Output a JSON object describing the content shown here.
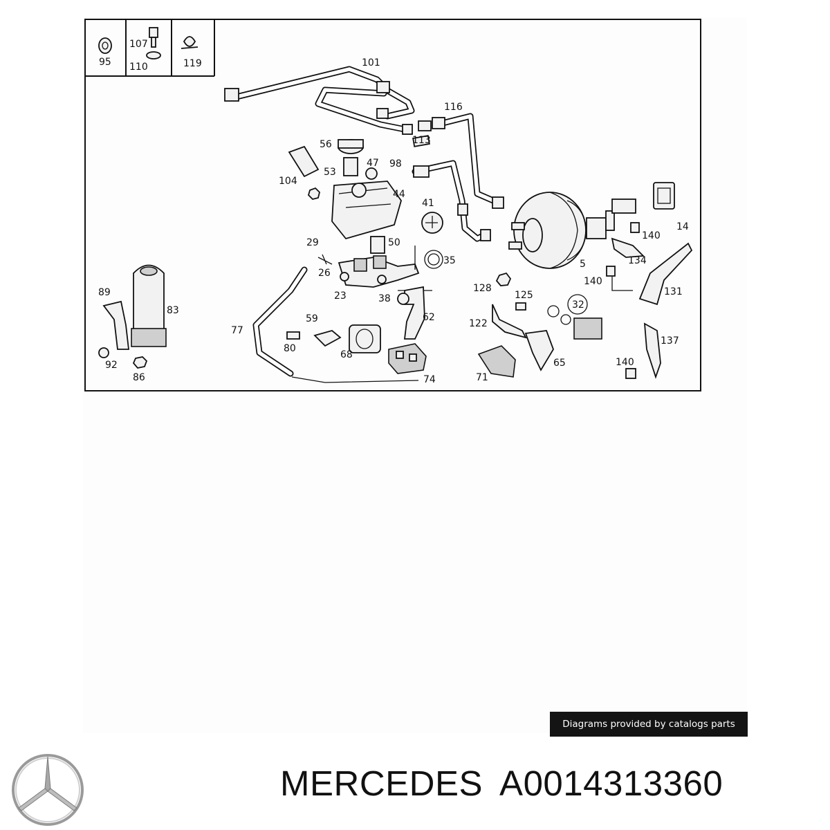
{
  "diagram": {
    "callouts": [
      "95",
      "107",
      "110",
      "119",
      "101",
      "116",
      "113",
      "56",
      "47",
      "98",
      "53",
      "104",
      "44",
      "41",
      "50",
      "35",
      "29",
      "26",
      "23",
      "38",
      "62",
      "89",
      "83",
      "92",
      "86",
      "77",
      "59",
      "80",
      "68",
      "74",
      "5",
      "14",
      "140",
      "134",
      "131",
      "128",
      "125",
      "32",
      "122",
      "65",
      "71",
      "137"
    ]
  },
  "credit": "Diagrams provided by catalogs parts",
  "brand": {
    "name": "MERCEDES",
    "part_number": "A0014313360"
  }
}
